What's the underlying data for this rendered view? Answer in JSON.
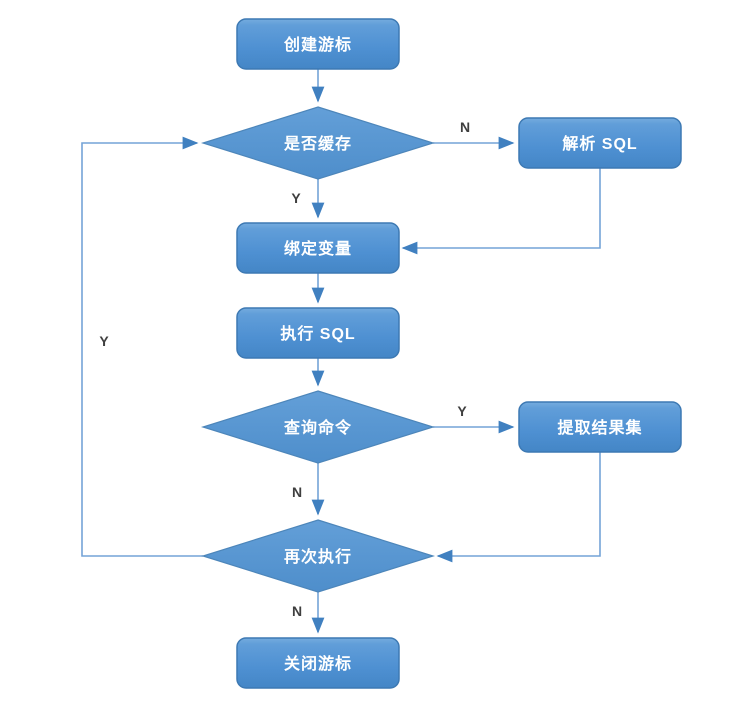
{
  "diagram": {
    "type": "flowchart",
    "subject": "SQL cursor execution flow",
    "nodes": [
      {
        "id": "create-cursor",
        "type": "process",
        "label": "创建游标"
      },
      {
        "id": "is-cached",
        "type": "decision",
        "label": "是否缓存"
      },
      {
        "id": "parse-sql",
        "type": "process",
        "label": "解析 SQL"
      },
      {
        "id": "bind-variables",
        "type": "process",
        "label": "绑定变量"
      },
      {
        "id": "execute-sql",
        "type": "process",
        "label": "执行 SQL"
      },
      {
        "id": "query-command",
        "type": "decision",
        "label": "查询命令"
      },
      {
        "id": "fetch-result-set",
        "type": "process",
        "label": "提取结果集"
      },
      {
        "id": "execute-again",
        "type": "decision",
        "label": "再次执行"
      },
      {
        "id": "close-cursor",
        "type": "process",
        "label": "关闭游标"
      }
    ],
    "edges": [
      {
        "from": "create-cursor",
        "to": "is-cached",
        "label": ""
      },
      {
        "from": "is-cached",
        "to": "parse-sql",
        "label": "N"
      },
      {
        "from": "is-cached",
        "to": "bind-variables",
        "label": "Y"
      },
      {
        "from": "parse-sql",
        "to": "bind-variables",
        "label": ""
      },
      {
        "from": "bind-variables",
        "to": "execute-sql",
        "label": ""
      },
      {
        "from": "execute-sql",
        "to": "query-command",
        "label": ""
      },
      {
        "from": "query-command",
        "to": "fetch-result-set",
        "label": "Y"
      },
      {
        "from": "query-command",
        "to": "execute-again",
        "label": "N"
      },
      {
        "from": "fetch-result-set",
        "to": "execute-again",
        "label": ""
      },
      {
        "from": "execute-again",
        "to": "is-cached",
        "label": "Y"
      },
      {
        "from": "execute-again",
        "to": "close-cursor",
        "label": "N"
      }
    ],
    "colors": {
      "node_fill": "#5b9bd5",
      "node_fill_light": "#75acdf",
      "node_border": "#3d79b3",
      "connector": "#74a3d7",
      "arrowhead": "#4080c0",
      "node_text": "#ffffff",
      "edge_label_text": "#3f3f3f",
      "background": "#ffffff"
    }
  }
}
